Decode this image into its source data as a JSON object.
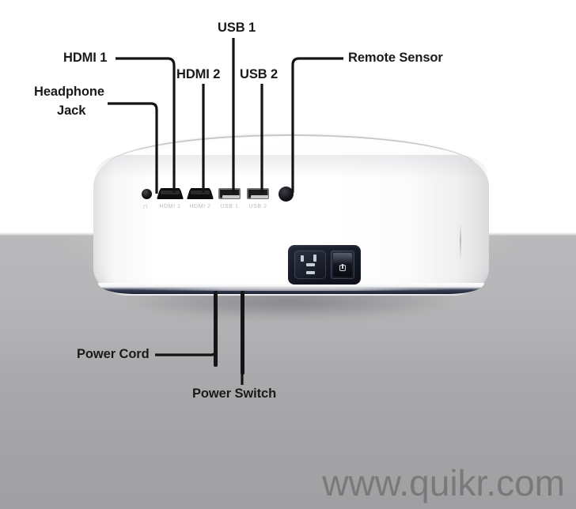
{
  "image": {
    "subject": "projector-rear-panel-diagram",
    "watermark": "www.quikr.com"
  },
  "colors": {
    "backdrop_white": "#ffffff",
    "floor_gray": "#ababad",
    "device_white": "#ffffff",
    "device_base_navy": "#1c2236",
    "callout_text": "#1a1a1a",
    "port_black": "#0d0d0d",
    "silkscreen_gray": "#b4b4b6",
    "watermark_gray": "#6e6e70"
  },
  "callouts": [
    {
      "id": "usb-1",
      "label": "USB 1"
    },
    {
      "id": "hdmi-1",
      "label": "HDMI 1"
    },
    {
      "id": "remote-sensor",
      "label": "Remote Sensor"
    },
    {
      "id": "hdmi-2",
      "label": "HDMI 2"
    },
    {
      "id": "usb-2",
      "label": "USB 2"
    },
    {
      "id": "headphone-jack",
      "label_line1": "Headphone",
      "label_line2": "Jack"
    },
    {
      "id": "power-cord",
      "label": "Power Cord"
    },
    {
      "id": "power-switch",
      "label": "Power Switch"
    }
  ],
  "port_silkscreen": [
    {
      "id": "headphone",
      "label": "∩"
    },
    {
      "id": "hdmi-1",
      "label": "HDMI 1"
    },
    {
      "id": "hdmi-2",
      "label": "HDMI 2"
    },
    {
      "id": "usb-1",
      "label": "USB 1"
    },
    {
      "id": "usb-2",
      "label": "USB 2"
    }
  ]
}
